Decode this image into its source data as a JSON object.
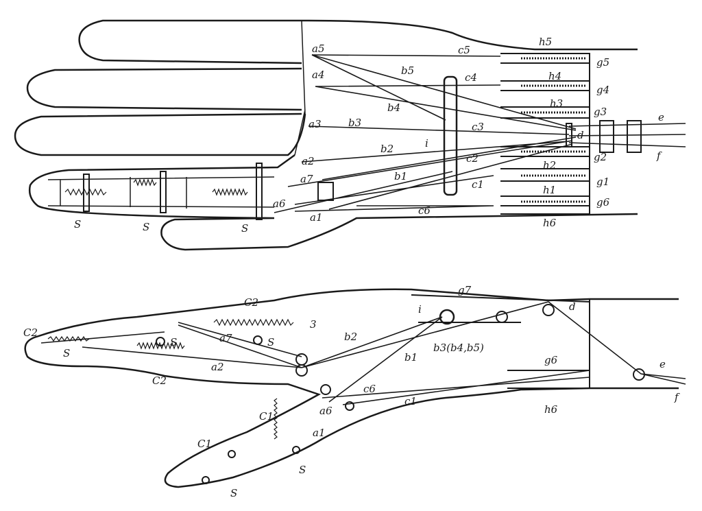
{
  "figure": {
    "ink_color": "#1a1a1a",
    "paper_color": "#ffffff",
    "top_view": {
      "labels": {
        "a5": "a5",
        "a4": "a4",
        "a3": "a3",
        "a2": "a2",
        "a7": "a7",
        "a6": "a6",
        "a1": "a1",
        "b5": "b5",
        "b4": "b4",
        "b3": "b3",
        "b2": "b2",
        "b1": "b1",
        "c5": "c5",
        "c4": "c4",
        "c3": "c3",
        "c2": "c2",
        "c1": "c1",
        "c6": "c6",
        "g5": "g5",
        "g4": "g4",
        "g3": "g3",
        "g2": "g2",
        "g1": "g1",
        "g6": "g6",
        "h5": "h5",
        "h4": "h4",
        "h3": "h3",
        "h2": "h2",
        "h1": "h1",
        "h6": "h6",
        "i": "i",
        "d": "d",
        "e": "e",
        "f": "f",
        "s1": "S",
        "s2": "S",
        "s3": "S"
      }
    },
    "side_view": {
      "labels": {
        "c2_tip": "C2",
        "c2_top": "C2",
        "c2_mid": "C2",
        "n3": "3",
        "s_tip": "S",
        "s_mid1": "S",
        "s_mid2": "S",
        "s_thumb1": "S",
        "s_thumb2": "S",
        "a7": "a7",
        "a2": "a2",
        "b2": "b2",
        "b1": "b1",
        "c6": "c6",
        "c1": "c1",
        "a6": "a6",
        "a1": "a1",
        "C1_a": "C1",
        "C1_b": "C1",
        "g7": "g7",
        "i": "i",
        "b3": "b3(b4,b5)",
        "g6": "g6",
        "h6": "h6",
        "d": "d",
        "e": "e",
        "f": "f"
      }
    }
  }
}
